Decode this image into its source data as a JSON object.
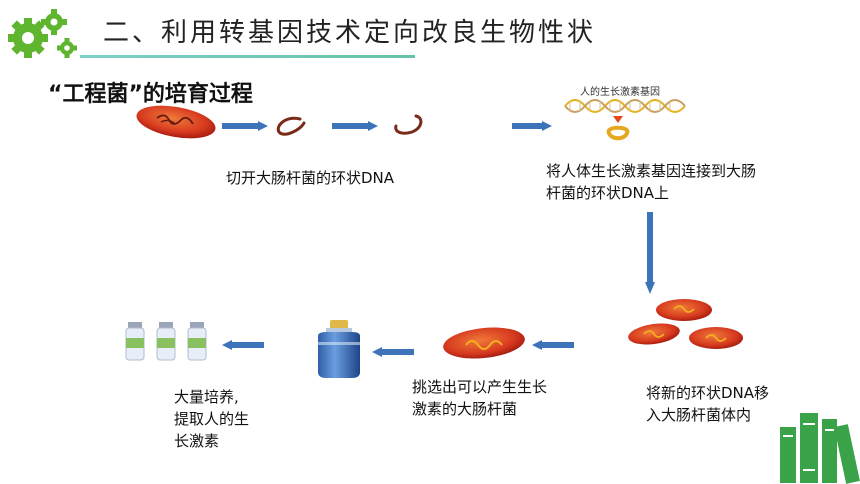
{
  "header": {
    "title": "二、利用转基因技术定向改良生物性状"
  },
  "section": {
    "heading": "“工程菌”的培育过程"
  },
  "gene_panel": {
    "label": "人的生长激素基因"
  },
  "steps": {
    "cut": "切开大肠杆菌的环状DNA",
    "connect_line1": "将人体生长激素基因连接到大肠",
    "connect_line2": "杆菌的环状DNA上",
    "insert_line1": "将新的环状DNA移",
    "insert_line2": "入大肠杆菌体内",
    "select_line1": "挑选出可以产生生长",
    "select_line2": "激素的大肠杆菌",
    "culture_line1": "大量培养,",
    "culture_line2": "提取人的生",
    "culture_line3": "长激素"
  },
  "colors": {
    "accent_green": "#5fb62e",
    "arrow_blue": "#3d73b8",
    "bacteria_red": "#d93b20",
    "book_green": "#3aa34a"
  },
  "icons": [
    "gears-icon",
    "books-icon"
  ]
}
